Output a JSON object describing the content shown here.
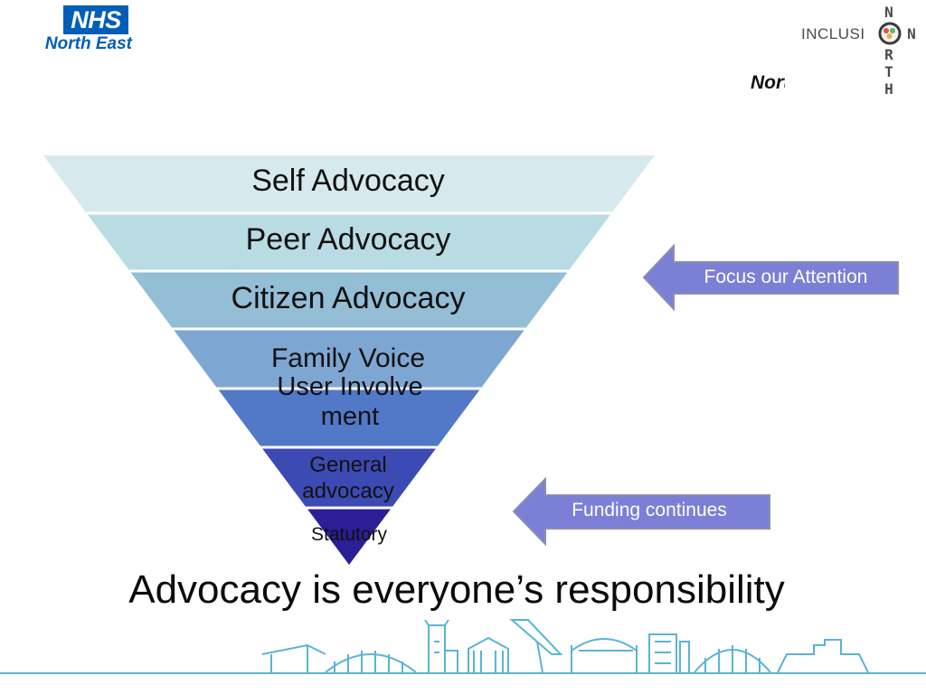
{
  "logos": {
    "nhs": {
      "brand": "NHS",
      "region": "North East",
      "color": "#005eb8"
    },
    "inclusion_north": {
      "word": "INCLUSI",
      "vertical_letters": [
        "N",
        "R",
        "T",
        "H"
      ],
      "side_letter": "N",
      "tagline": "North"
    }
  },
  "funnel": {
    "bands": [
      {
        "label": "Self Advocacy",
        "color": "#d6eaed"
      },
      {
        "label": "Peer Advocacy",
        "color": "#b9dbe3"
      },
      {
        "label": "Citizen Advocacy",
        "color": "#94bdd6"
      },
      {
        "label": "Family Voice",
        "color": "#7ea6d2"
      },
      {
        "label": "User Involvement",
        "color": "#5279c8"
      },
      {
        "label": "General advocacy",
        "color": "#3c4ab3"
      },
      {
        "label": "Statutory",
        "color": "#2a1f94"
      }
    ]
  },
  "callouts": {
    "focus": {
      "label": "Focus our Attention",
      "color": "#7b7fd6"
    },
    "funding": {
      "label": "Funding continues",
      "color": "#7b7fd6"
    }
  },
  "headline": "Advocacy is everyone’s responsibility",
  "accent_color": "#5ab4d4"
}
